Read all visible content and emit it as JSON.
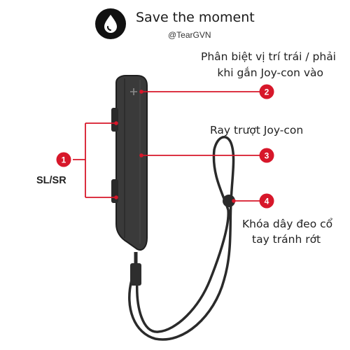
{
  "brand": {
    "title": "Save the moment",
    "handle": "@TearGVN",
    "logo_icon": "water-drop-icon"
  },
  "annotations": [
    {
      "number": "1",
      "label": "SL/SR"
    },
    {
      "number": "2",
      "label_lines": [
        "Phân biệt vị trí trái / phải",
        "khi gắn Joy-con vào"
      ]
    },
    {
      "number": "3",
      "label": "Ray trượt Joy-con"
    },
    {
      "number": "4",
      "label_lines": [
        "Khóa dây đeo cổ",
        "tay tránh rớt"
      ]
    }
  ],
  "colors": {
    "accent": "#d7172a",
    "device": "#3a3a3a",
    "device_edge": "#1f1f1f",
    "strap": "#2a2a2a"
  }
}
